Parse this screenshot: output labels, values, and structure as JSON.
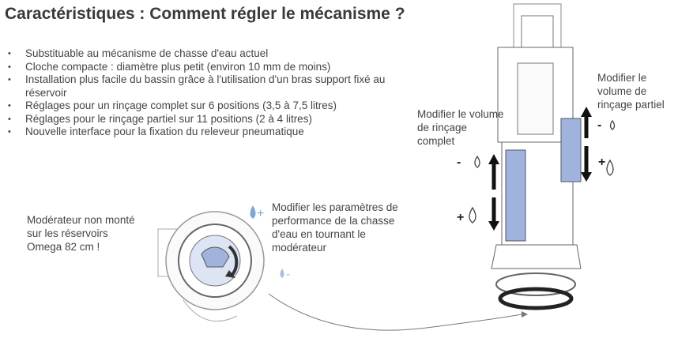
{
  "title": "Caractéristiques : Comment régler le mécanisme ?",
  "bullets": [
    "Substituable au mécanisme de chasse d'eau actuel",
    "Cloche compacte : diamètre plus petit (environ 10 mm de moins)",
    "Installation plus facile du bassin grâce à l'utilisation d'un bras support fixé au réservoir",
    "Réglages pour un rinçage complet sur 6 positions (3,5 à 7,5 litres)",
    "Réglages pour le rinçage partiel sur 11 positions (2 à 4 litres)",
    "Nouvelle interface pour la fixation du releveur pneumatique"
  ],
  "notes": {
    "moderator": "Modérateur non monté sur les réservoirs Omega 82 cm !",
    "performance": "Modifier les paramètres de performance de la chasse d'eau en tournant le modérateur",
    "full_flush": "Modifier le volume de rinçage complet",
    "partial_flush": "Modifier le volume de rinçage partiel"
  },
  "symbols": {
    "plus": "+",
    "minus": "-"
  },
  "colors": {
    "blue": "#9fb3dd",
    "drop_blue": "#7fa6d8",
    "text": "#444444"
  }
}
